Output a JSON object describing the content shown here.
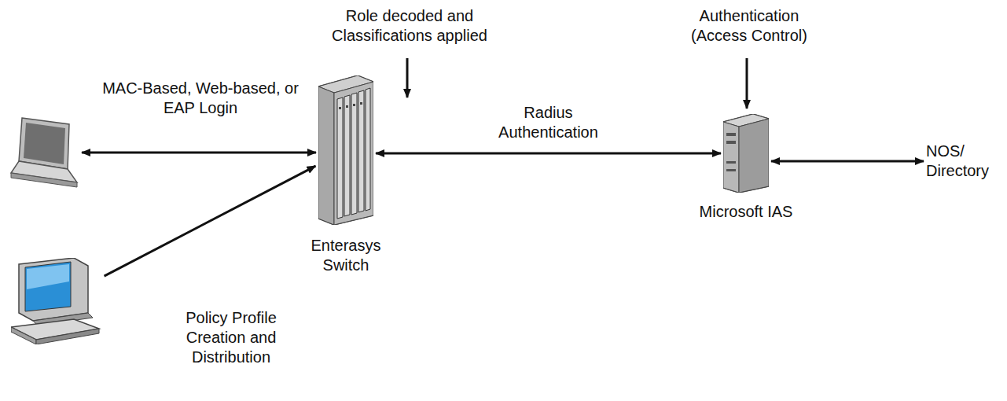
{
  "diagram": {
    "nodes": [
      {
        "text": [
          "Enterasys Switch"
        ]
      },
      {
        "text": [
          "Microsoft IAS"
        ]
      },
      {
        "text": [
          "NOS/ Directory"
        ]
      },
      {
        "text": [
          "Policy Profile Creation and Distribution"
        ]
      }
    ],
    "edges": [
      {
        "from": 0,
        "to": 1,
        "label": "Radius Authentication",
        "arrow": "both"
      },
      {
        "from": 1,
        "to": 2,
        "arrow": "both"
      },
      {
        "from": 3,
        "to": 0,
        "arrow": "to"
      }
    ],
    "labels": [
      "MAC-Based, Web-based, or EAP Login",
      "Role decoded and Classifications applied",
      "Authentication (Access Control)"
    ]
  }
}
